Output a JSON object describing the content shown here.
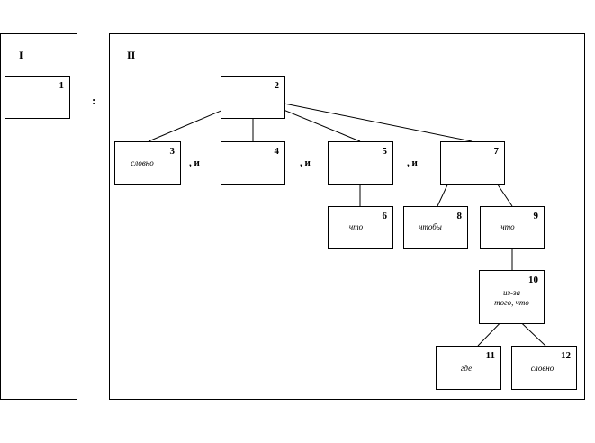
{
  "part1": {
    "label": "I",
    "box_number": "1"
  },
  "colon": ":",
  "part2": {
    "label": "II"
  },
  "nodes": {
    "n2": {
      "number": "2",
      "word": ""
    },
    "n3": {
      "number": "3",
      "word": "словно"
    },
    "n4": {
      "number": "4",
      "word": ""
    },
    "n5": {
      "number": "5",
      "word": ""
    },
    "n6": {
      "number": "6",
      "word": "что"
    },
    "n7": {
      "number": "7",
      "word": ""
    },
    "n8": {
      "number": "8",
      "word": "чтобы"
    },
    "n9": {
      "number": "9",
      "word": "что"
    },
    "n10": {
      "number": "10",
      "word_line1": "из-за",
      "word_line2": "того, что"
    },
    "n11": {
      "number": "11",
      "word": "где"
    },
    "n12": {
      "number": "12",
      "word": "словно"
    }
  },
  "separators": [
    ", и",
    ", и",
    ", и"
  ]
}
